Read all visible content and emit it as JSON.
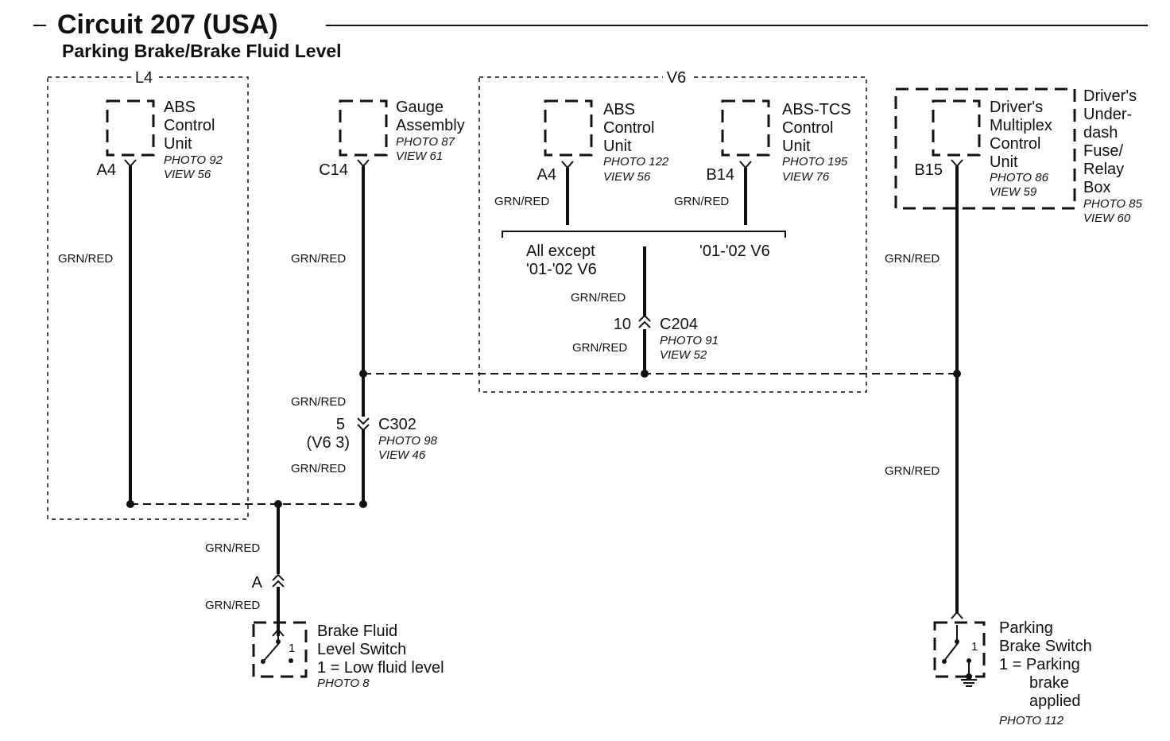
{
  "header": {
    "title": "Circuit 207 (USA)",
    "subtitle": "Parking Brake/Brake Fluid Level"
  },
  "wire_color": "GRN/RED",
  "regions": {
    "l4": "L4",
    "v6": "V6"
  },
  "components": {
    "abs_l4": {
      "name": [
        "ABS",
        "Control",
        "Unit"
      ],
      "photo": "PHOTO 92",
      "view": "VIEW 56",
      "pin": "A4"
    },
    "gauge": {
      "name": [
        "Gauge",
        "Assembly"
      ],
      "photo": "PHOTO 87",
      "view": "VIEW 61",
      "pin": "C14"
    },
    "abs_v6": {
      "name": [
        "ABS",
        "Control",
        "Unit"
      ],
      "photo": "PHOTO 122",
      "view": "VIEW 56",
      "pin": "A4"
    },
    "abs_tcs": {
      "name": [
        "ABS-TCS",
        "Control",
        "Unit"
      ],
      "photo": "PHOTO 195",
      "view": "VIEW 76",
      "pin": "B14"
    },
    "multiplex": {
      "name": [
        "Driver's",
        "Multiplex",
        "Control",
        "Unit"
      ],
      "photo": "PHOTO 86",
      "view": "VIEW 59",
      "pin": "B15"
    },
    "fuse_box": {
      "name": [
        "Driver's",
        "Under-",
        "dash",
        "Fuse/",
        "Relay",
        "Box"
      ],
      "photo": "PHOTO 85",
      "view": "VIEW 60"
    },
    "brake_fluid_switch": {
      "name": [
        "Brake Fluid",
        "Level Switch",
        "1 = Low fluid level"
      ],
      "photo": "PHOTO 8",
      "pin": "1"
    },
    "parking_brake_switch": {
      "name": [
        "Parking",
        "Brake Switch",
        "1 = Parking",
        "brake",
        "applied"
      ],
      "photo": "PHOTO 112",
      "pin": "1"
    }
  },
  "branch_labels": {
    "left": [
      "All except",
      "'01-'02 V6"
    ],
    "right": "'01-'02 V6"
  },
  "connectors": {
    "c204": {
      "name": "C204",
      "pin": "10",
      "photo": "PHOTO 91",
      "view": "VIEW 52"
    },
    "c302": {
      "name": "C302",
      "pin": "5",
      "pin_alt": "(V6 3)",
      "photo": "PHOTO 98",
      "view": "VIEW 46"
    },
    "a": {
      "name": "A"
    }
  }
}
